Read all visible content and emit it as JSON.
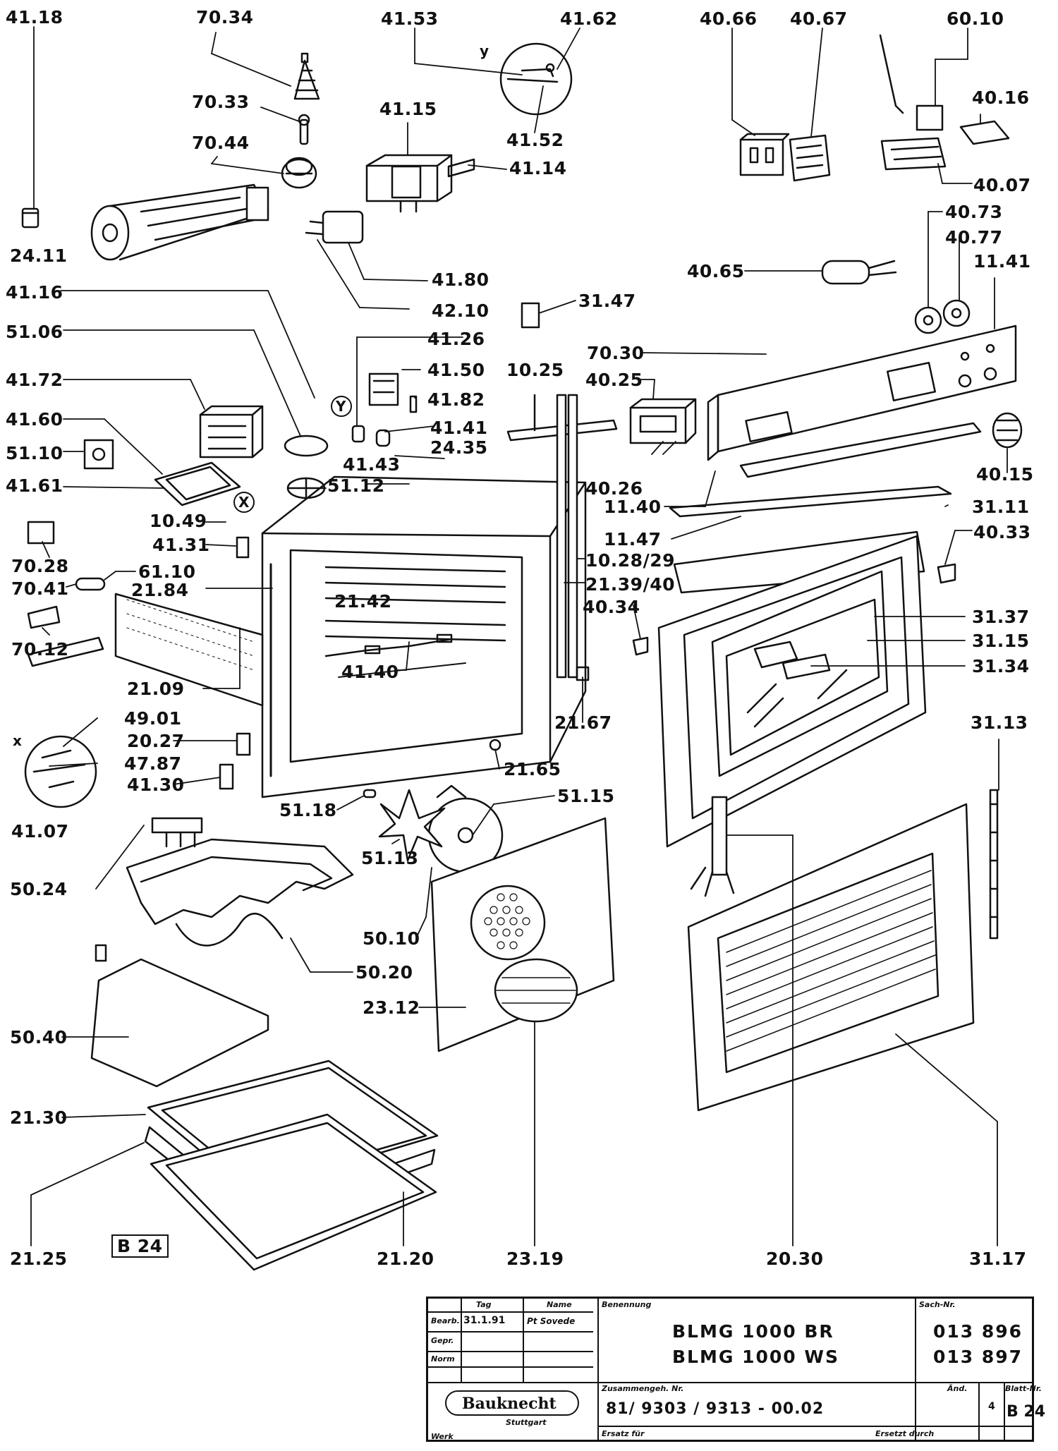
{
  "callouts": {
    "c41_18": "41.18",
    "c70_34": "70.34",
    "c41_53": "41.53",
    "c41_62": "41.62",
    "c40_66": "40.66",
    "c40_67": "40.67",
    "c60_10": "60.10",
    "c70_33": "70.33",
    "c41_15": "41.15",
    "c41_52": "41.52",
    "c40_16": "40.16",
    "c70_44": "70.44",
    "c41_14": "41.14",
    "c40_07": "40.07",
    "c24_11": "24.11",
    "c40_73": "40.73",
    "c40_77": "40.77",
    "c11_41": "11.41",
    "c40_65": "40.65",
    "c41_80": "41.80",
    "c41_16": "41.16",
    "c42_10": "42.10",
    "c31_47": "31.47",
    "c51_06": "51.06",
    "c41_26": "41.26",
    "c70_30": "70.30",
    "c41_50": "41.50",
    "c10_25": "10.25",
    "c41_72": "41.72",
    "c41_82": "41.82",
    "c40_25": "40.25",
    "c41_60": "41.60",
    "c41_41": "41.41",
    "c24_35": "24.35",
    "c51_10": "51.10",
    "c41_43": "41.43",
    "c40_26": "40.26",
    "c40_15": "40.15",
    "c41_61": "41.61",
    "c51_12": "51.12",
    "c10_49": "10.49",
    "c11_40": "11.40",
    "c31_11": "31.11",
    "c41_31": "41.31",
    "c11_47": "11.47",
    "c40_33": "40.33",
    "c70_28": "70.28",
    "c61_10": "61.10",
    "c10_28_29": "10.28/29",
    "c70_41": "70.41",
    "c21_84": "21.84",
    "c21_39_40": "21.39/40",
    "c21_42": "21.42",
    "c40_34": "40.34",
    "c31_37": "31.37",
    "c31_15": "31.15",
    "c70_12": "70.12",
    "c41_40": "41.40",
    "c31_34": "31.34",
    "c21_09": "21.09",
    "c49_01": "49.01",
    "c21_67": "21.67",
    "c31_13": "31.13",
    "c20_27": "20.27",
    "c47_87": "47.87",
    "c21_65": "21.65",
    "c41_30": "41.30",
    "c51_18": "51.18",
    "c51_15": "51.15",
    "c41_07": "41.07",
    "c51_13": "51.13",
    "c50_24": "50.24",
    "c50_10": "50.10",
    "c50_20": "50.20",
    "c23_12": "23.12",
    "c50_40": "50.40",
    "c21_30": "21.30",
    "c21_25": "21.25",
    "c21_20": "21.20",
    "c23_19": "23.19",
    "c20_30": "20.30",
    "c31_17": "31.17"
  },
  "markers": {
    "y_top": "y",
    "y_circle": "Y",
    "x_circle": "X",
    "x_left": "x"
  },
  "page_code": "B 24",
  "title_block": {
    "col_tag": "Tag",
    "col_name": "Name",
    "row_bearb": "Bearb.",
    "row_gepr": "Gepr.",
    "row_norm": "Norm",
    "date": "31.1.91",
    "name": "Pt Sovede",
    "benennung_label": "Benennung",
    "model_1": "BLMG 1000 BR",
    "model_2": "BLMG 1000 WS",
    "sach_label": "Sach-Nr.",
    "sach_1": "013 896",
    "sach_2": "013 897",
    "brand": "Bauknecht",
    "brand_city": "Stuttgart",
    "werk": "Werk",
    "zusammen_label": "Zusammengeh. Nr.",
    "assembly_no": "81/ 9303 / 9313 - 00.02",
    "ersatz": "Ersatz für",
    "ersetzt": "Ersetzt durch",
    "aend": "Änd.",
    "aend_val": "4",
    "blatt_label": "Blatt-Nr.",
    "blatt_val": "B 24"
  }
}
